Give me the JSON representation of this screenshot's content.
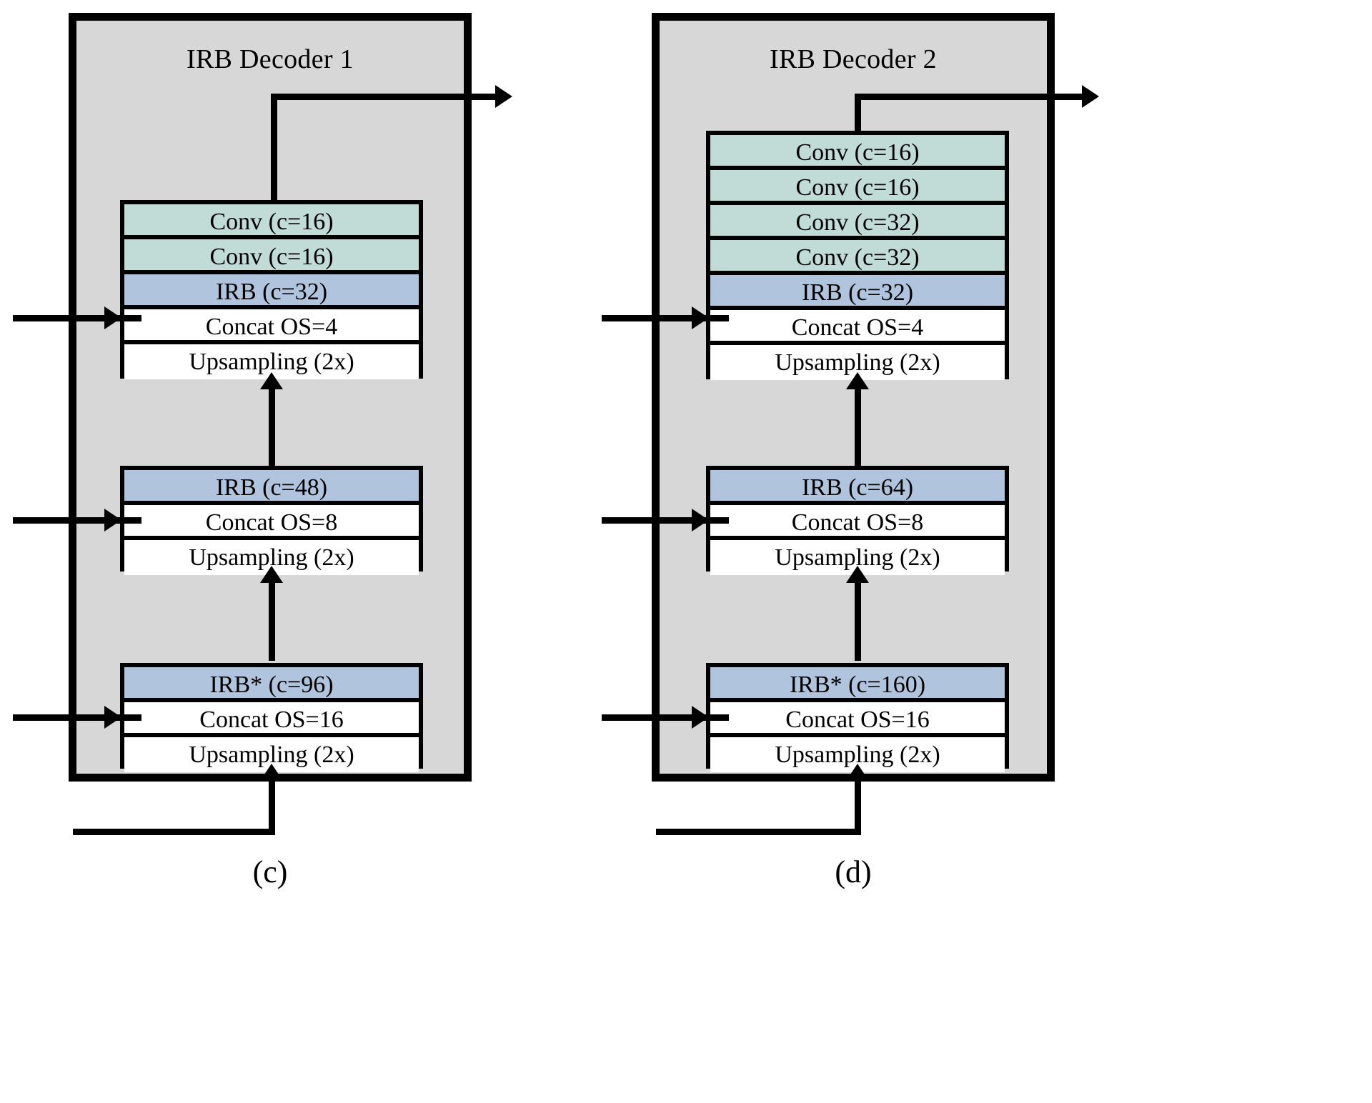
{
  "figure": {
    "captions": [
      {
        "id": "c",
        "label": "(c)"
      },
      {
        "id": "d",
        "label": "(d)"
      }
    ]
  },
  "panels": [
    {
      "id": "panel-1",
      "title": "IRB Decoder 1",
      "caption": "(c)",
      "groups": [
        {
          "id": "group-os4",
          "rows": [
            {
              "label": "Conv (c=16)",
              "kind": "conv"
            },
            {
              "label": "Conv (c=16)",
              "kind": "conv"
            },
            {
              "label": "IRB (c=32)",
              "kind": "irb"
            },
            {
              "label": "Concat OS=4",
              "kind": "plain"
            },
            {
              "label": "Upsampling (2x)",
              "kind": "plain"
            }
          ]
        },
        {
          "id": "group-os8",
          "rows": [
            {
              "label": "IRB (c=48)",
              "kind": "irb"
            },
            {
              "label": "Concat OS=8",
              "kind": "plain"
            },
            {
              "label": "Upsampling (2x)",
              "kind": "plain"
            }
          ]
        },
        {
          "id": "group-os16",
          "rows": [
            {
              "label": "IRB* (c=96)",
              "kind": "irb"
            },
            {
              "label": "Concat OS=16",
              "kind": "plain"
            },
            {
              "label": "Upsampling (2x)",
              "kind": "plain"
            }
          ]
        }
      ]
    },
    {
      "id": "panel-2",
      "title": "IRB Decoder 2",
      "caption": "(d)",
      "groups": [
        {
          "id": "group-os4",
          "rows": [
            {
              "label": "Conv (c=16)",
              "kind": "conv"
            },
            {
              "label": "Conv (c=16)",
              "kind": "conv"
            },
            {
              "label": "Conv (c=32)",
              "kind": "conv"
            },
            {
              "label": "Conv (c=32)",
              "kind": "conv"
            },
            {
              "label": "IRB (c=32)",
              "kind": "irb"
            },
            {
              "label": "Concat OS=4",
              "kind": "plain"
            },
            {
              "label": "Upsampling (2x)",
              "kind": "plain"
            }
          ]
        },
        {
          "id": "group-os8",
          "rows": [
            {
              "label": "IRB (c=64)",
              "kind": "irb"
            },
            {
              "label": "Concat OS=8",
              "kind": "plain"
            },
            {
              "label": "Upsampling (2x)",
              "kind": "plain"
            }
          ]
        },
        {
          "id": "group-os16",
          "rows": [
            {
              "label": "IRB* (c=160)",
              "kind": "irb"
            },
            {
              "label": "Concat OS=16",
              "kind": "plain"
            },
            {
              "label": "Upsampling (2x)",
              "kind": "plain"
            }
          ]
        }
      ]
    }
  ],
  "colors": {
    "panel_background": "#d7d7d7",
    "conv_block": "#c1dcd7",
    "irb_block": "#b0c4de",
    "plain_block": "#ffffff",
    "stroke": "#000000",
    "page_background": "#ffffff"
  },
  "connections": {
    "skip_inputs": [
      "Concat OS=4",
      "Concat OS=8",
      "Concat OS=16"
    ],
    "bottom_input_target": "Upsampling (2x)",
    "top_output_label": ""
  }
}
